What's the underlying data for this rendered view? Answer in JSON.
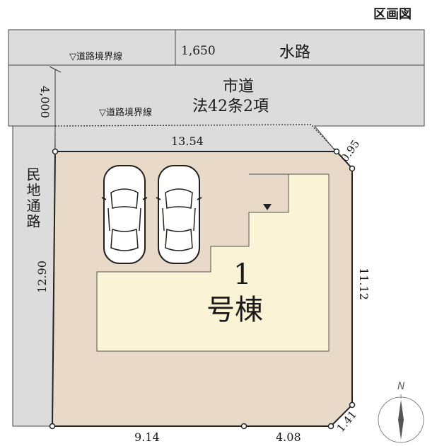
{
  "title": "区画図",
  "labels": {
    "suiro": "水路",
    "suiro_width": "1,650",
    "road_boundary_top": "▽道路境界線",
    "shido": "市道",
    "road_law": "法42条2項",
    "road_width": "4,000",
    "road_boundary_lower": "▽道路境界線",
    "private_road": "民地通路"
  },
  "dimensions": {
    "top_edge": "13.54",
    "corner_top_right": "0.95",
    "right_edge": "11.12",
    "left_edge": "12.90",
    "bottom_left": "9.14",
    "bottom_right": "4.08",
    "corner_bottom_right": "1.41"
  },
  "building": {
    "number": "1",
    "label": "号棟"
  },
  "compass": {
    "north": "N"
  },
  "colors": {
    "lot_fill": "#e8d9c8",
    "building_fill": "#fbf3d6",
    "road_fill": "#dcdcdc",
    "line": "#222222"
  }
}
